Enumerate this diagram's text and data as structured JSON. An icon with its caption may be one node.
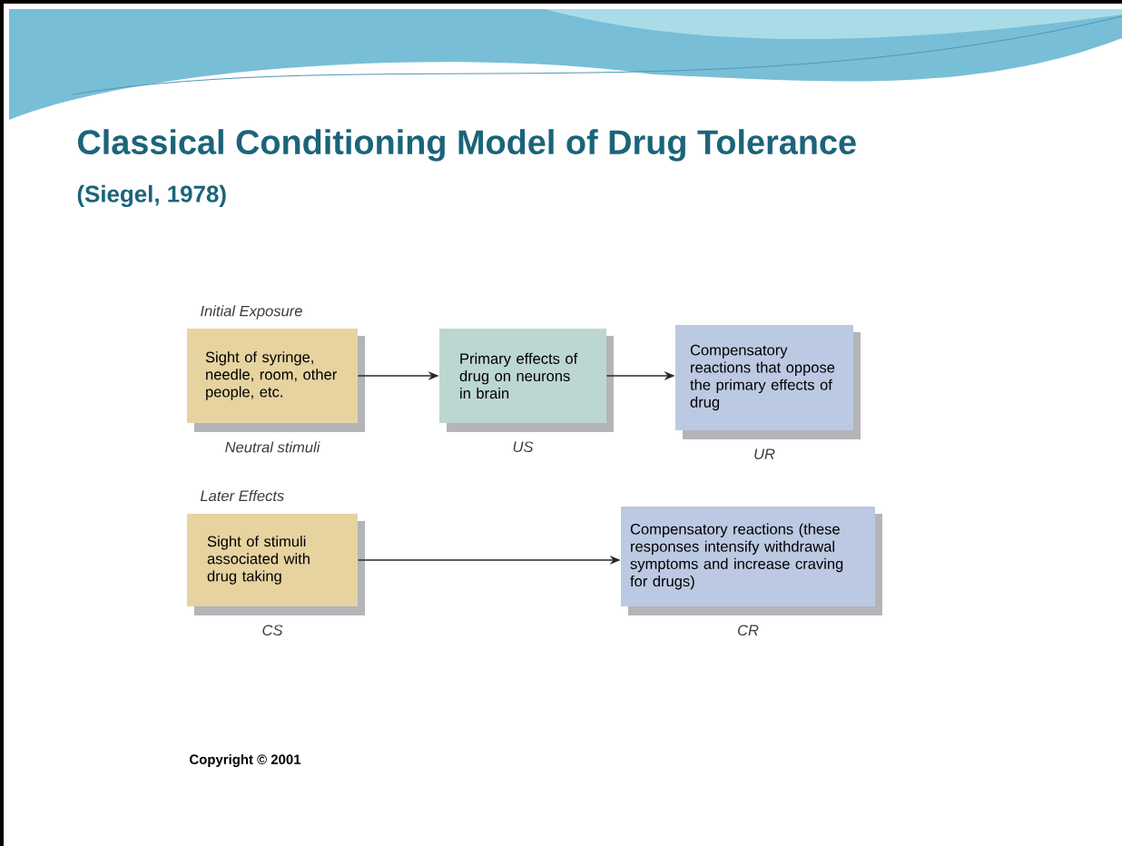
{
  "diagram": {
    "title": "Classical Conditioning Model of Drug Tolerance",
    "nodes": [
      {
        "text": [
          "Sight of syringe, needle, room, other people, etc."
        ],
        "beside": [
          "Neutral stimuli"
        ]
      },
      {
        "text": [
          "Primary effects of drug on neurons in brain"
        ],
        "beside": [
          "US"
        ]
      },
      {
        "text": [
          "Compensatory reactions that oppose the primary effects of drug"
        ],
        "beside": [
          "UR"
        ]
      },
      {
        "text": [
          "Sight of stimuli associated with drug taking"
        ],
        "beside": [
          "CS"
        ]
      },
      {
        "text": [
          "Compensatory reactions (these responses intensify withdrawal symptoms and increase craving for drugs)"
        ],
        "beside": [
          "CR"
        ]
      }
    ],
    "edges": [
      {
        "from": 0,
        "to": 1,
        "arrow": "to"
      },
      {
        "from": 1,
        "to": 2,
        "arrow": "to"
      },
      {
        "from": 3,
        "to": 4,
        "arrow": "to"
      }
    ],
    "labels": [
      "(Siegel, 1978)",
      "Initial Exposure",
      "Later Effects",
      "Copyright © 2001"
    ]
  }
}
